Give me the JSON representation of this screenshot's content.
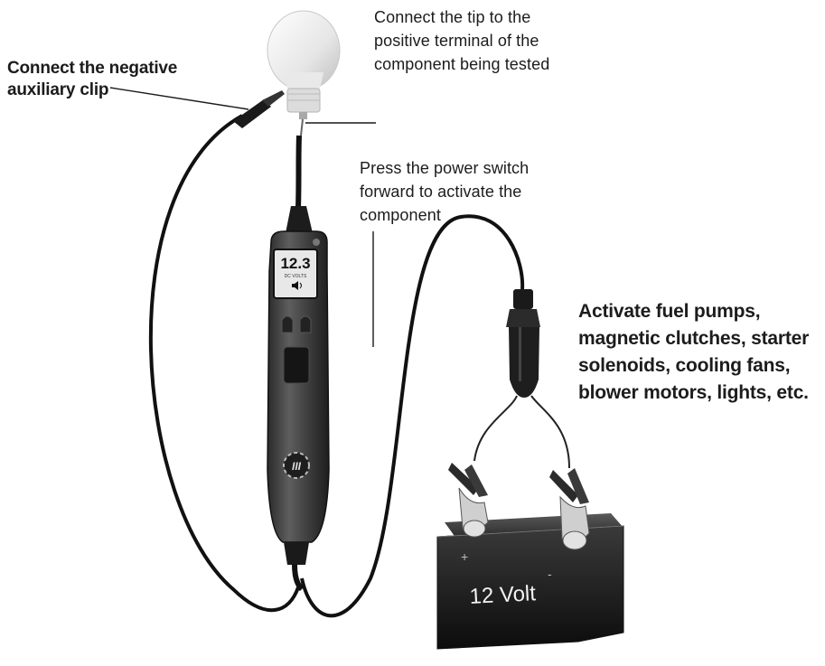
{
  "callouts": {
    "negative_clip": [
      "Connect the negative",
      "auxiliary clip"
    ],
    "tip": [
      "Connect the tip to the",
      "positive terminal of the",
      "component being tested"
    ],
    "power_switch": [
      "Press the power switch",
      "forward to activate the",
      "component"
    ],
    "activate": [
      "Activate fuel pumps,",
      "magnetic clutches, starter",
      "solenoids, cooling fans,",
      "blower motors, lights, etc."
    ]
  },
  "device": {
    "display_reading": "12.3",
    "display_unit": "DC VOLTS",
    "logo": "III"
  },
  "battery": {
    "label": "12 Volt",
    "positive_symbol": "+",
    "negative_symbol": "-"
  },
  "icons": [
    "light-bulb-icon",
    "power-probe-tester",
    "alligator-clip-icon",
    "car-battery-icon",
    "speaker-icon"
  ]
}
